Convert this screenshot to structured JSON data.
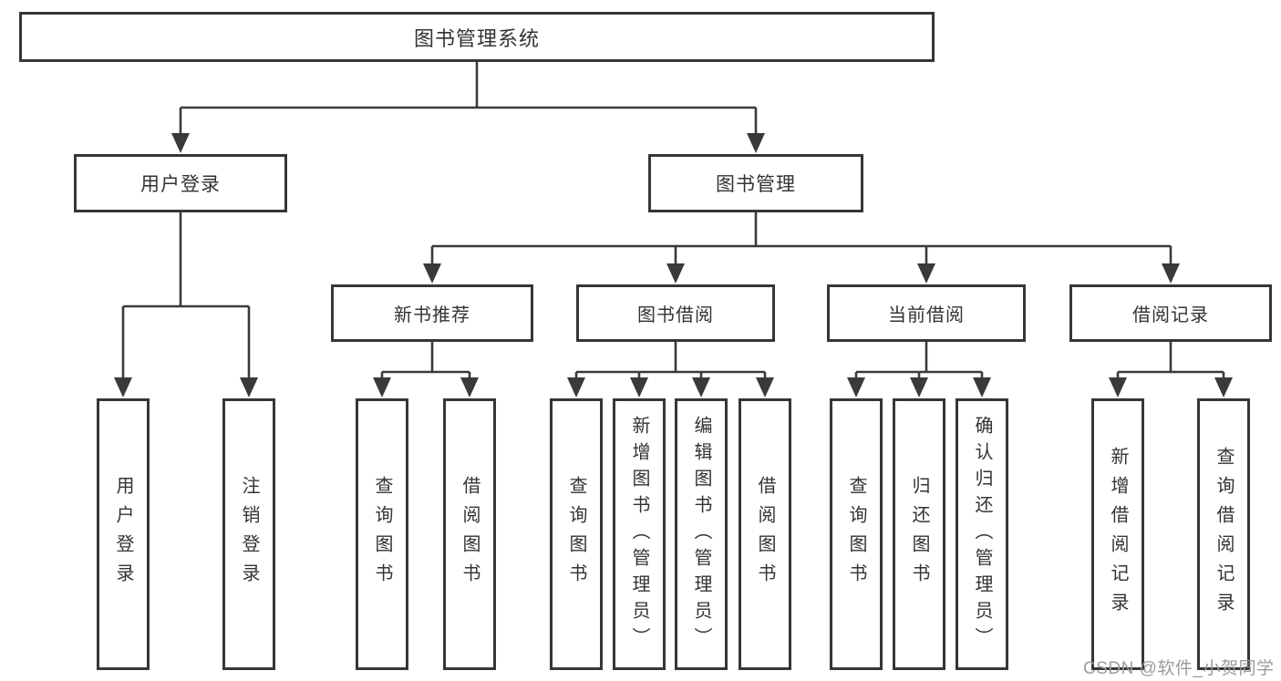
{
  "diagram": {
    "title": "图书管理系统",
    "watermark": "CSDN @软件_小贺同学",
    "colors": {
      "line": "#3a3a3a",
      "border": "#363636",
      "text": "#333333",
      "watermark": "#9b9b9b",
      "background": "#ffffff"
    },
    "root": {
      "label": "图书管理系统"
    },
    "level2": [
      {
        "label": "用户登录",
        "leaves": [
          "用户登录",
          "注销登录"
        ]
      },
      {
        "label": "图书管理"
      }
    ],
    "level3": [
      {
        "label": "新书推荐",
        "leaves": [
          "查询图书",
          "借阅图书"
        ]
      },
      {
        "label": "图书借阅",
        "leaves": [
          "查询图书",
          "新增图书（管理员）",
          "编辑图书（管理员）",
          "借阅图书"
        ]
      },
      {
        "label": "当前借阅",
        "leaves": [
          "查询图书",
          "归还图书",
          "确认归还（管理员）"
        ]
      },
      {
        "label": "借阅记录",
        "leaves": [
          "新增借阅记录",
          "查询借阅记录"
        ]
      }
    ]
  }
}
